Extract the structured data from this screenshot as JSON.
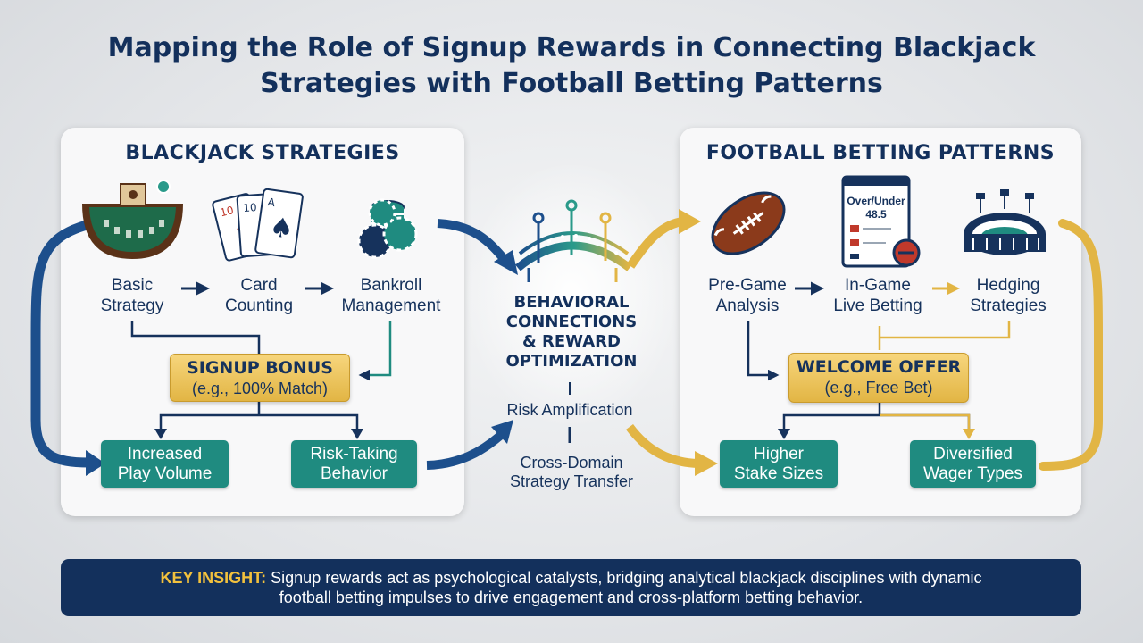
{
  "title": {
    "line1": "Mapping the Role of Signup Rewards in Connecting Blackjack",
    "line2": "Strategies with Football Betting Patterns"
  },
  "blackjack": {
    "heading": "BLACKJACK STRATEGIES",
    "items": [
      {
        "line1": "Basic",
        "line2": "Strategy"
      },
      {
        "line1": "Card",
        "line2": "Counting"
      },
      {
        "line1": "Bankroll",
        "line2": "Management"
      }
    ],
    "bonus": {
      "title": "SIGNUP BONUS",
      "subtitle": "(e.g., 100% Match)"
    },
    "outcomes": [
      {
        "line1": "Increased",
        "line2": "Play Volume"
      },
      {
        "line1": "Risk-Taking",
        "line2": "Behavior"
      }
    ]
  },
  "center": {
    "title": [
      "BEHAVIORAL",
      "CONNECTIONS",
      "& REWARD",
      "OPTIMIZATION"
    ],
    "risk": "Risk Amplification",
    "transfer": {
      "line1": "Cross-Domain",
      "line2": "Strategy Transfer"
    }
  },
  "football": {
    "heading": "FOOTBALL BETTING PATTERNS",
    "items": [
      {
        "line1": "Pre-Game",
        "line2": "Analysis"
      },
      {
        "line1": "In-Game",
        "line2": "Live Betting"
      },
      {
        "line1": "Hedging",
        "line2": "Strategies"
      }
    ],
    "scoreboard": {
      "line1": "Over/Under",
      "line2": "48.5"
    },
    "offer": {
      "title": "WELCOME OFFER",
      "subtitle": "(e.g., Free Bet)"
    },
    "outcomes": [
      {
        "line1": "Higher",
        "line2": "Stake Sizes"
      },
      {
        "line1": "Diversified",
        "line2": "Wager Types"
      }
    ]
  },
  "insight": {
    "label": "KEY INSIGHT:",
    "line1": "Signup rewards act as psychological catalysts, bridging analytical blackjack disciplines with dynamic",
    "line2": "football betting impulses to drive engagement and cross-platform betting behavior."
  },
  "colors": {
    "navy": "#13305c",
    "gold": "#e2b544",
    "teal": "#1f8b80",
    "blue_arrow": "#1d4f8c"
  }
}
